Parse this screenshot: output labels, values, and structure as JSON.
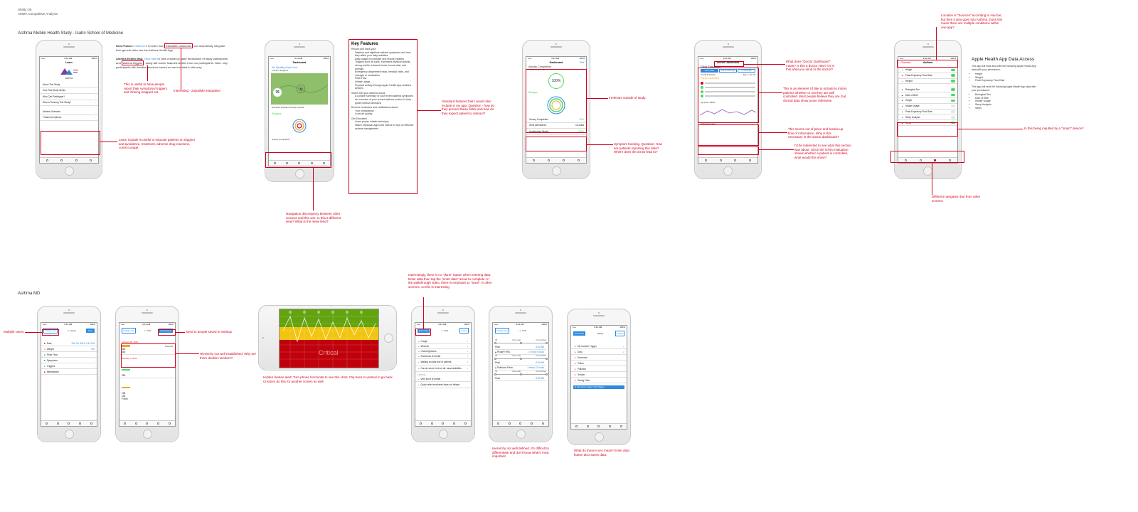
{
  "header": {
    "author": "Shelly Oh",
    "subtitle": "AMMA Competitive Analysis"
  },
  "sections": {
    "s1": "Asthma Mobile Health Study - Icahn School of Medicine",
    "s2": "Asthma MD"
  },
  "p1": {
    "title": "Learn",
    "sub": "Asthma",
    "items": [
      "About This Study",
      "How This Study Works",
      "Who Can Participate?",
      "Who is Running This Study?",
      "Asthma Overview",
      "Treatment Options"
    ]
  },
  "p1text": {
    "nf_lead": "New Feature: ",
    "nf_link": "Click here",
    "nf_a": " to learn how ",
    "nf_box": "23andMe customers",
    "nf_b": " can seamlessly integrate their genetic data into the Asthma Health App",
    "hm_lead": "Asthma Health Map: ",
    "hm_link": "Click here",
    "hm_a": " to view a state-by-state breakdown of study participants and ",
    "hm_box": "asthma triggers",
    "hm_b": ", along with some featured stories from our participants. Note: only participants with location services turned on are included in this map"
  },
  "p2": {
    "title": "Dashboard",
    "aq": "Air Quality Near You",
    "loc": "London, England",
    "aqi": "76",
    "pollutant": "Dominant Pollutant: Nitrogen dioxide",
    "badges": "Badges",
    "survey": "Survey Completion"
  },
  "kf": {
    "title": "Key Features",
    "r1": "Record and track your:",
    "l1": [
      "Daytime and nighttime asthma symptoms and how they affect your daily activities",
      "Daily usage of controller and rescue inhalers",
      "Triggers such as colds, increased physical activity, strong smells, exhaust fumes, house dust, and animals",
      "Emergency department visits, medical visits, and changes in medication",
      "Peak Flow",
      "Inhaler usage",
      "Physical activity through Apple Health App enabled devices"
    ],
    "r2": "Share with your Asthma doctor:",
    "l2": [
      "A concise summary of your recent asthma symptoms",
      "An overview of your current asthma control, to help guide medical decisions"
    ],
    "r3": "Receive reminders and notifications about:",
    "l3": [
      "Your medications",
      "Local air quality"
    ],
    "r4": "Get Educated:",
    "l4": [
      "Learn proper inhaler technique",
      "Watch physician-approved videos for tips on effective asthma management"
    ]
  },
  "p3": {
    "title": "Dashboard",
    "edit": "Edit",
    "act": "Activity Completion",
    "date": "Today, February 27",
    "pct": "100%",
    "badges": "Badges",
    "survey": "Survey Completion",
    "survey_v": "82%",
    "work": "Work Attendance",
    "work_v": "No Data",
    "undisturbed": "Undisturbed Nights",
    "undisturbed_v": "100%"
  },
  "p4": {
    "title": "Doctor Dashboard",
    "gina": "GINA Evaluation",
    "tabs": [
      "Last 4 weeks",
      "Last 12 weeks ago",
      "12 weeks ago"
    ],
    "overall": "Overall Evaluation",
    "range": "Sep 1 - Nov 29",
    "status": "Partly controlled",
    "symptom": "Symptom Tallies",
    "control": "Asthma Control"
  },
  "p5": {
    "back": "Sources",
    "title": "Asthma",
    "items": [
      "Height",
      "Peak Expiratory Flow Rate",
      "Weight",
      "Biological Sex",
      "Date of Birth",
      "Height",
      "Inhaler Usage",
      "Peak Expiratory Flow Rate",
      "Sleep Analysis",
      "Steps"
    ]
  },
  "ah": {
    "title": "Apple Health App Data Access",
    "p1": "This app will read and write the following Apple Health App data with your permission:",
    "l1": [
      "Height",
      "Weight",
      "Peak Expiratory Flow Rate"
    ],
    "p2": "This app will read the following Apple Health App data with your permission:",
    "l2": [
      "Biological Sex",
      "Date of Birth",
      "Inhaler Usage",
      "Sleep Analysis",
      "Steps"
    ]
  },
  "notes": {
    "n1": "This is useful to have people report their symptoms/ triggers and it being mapped out.",
    "n2": "Interesting - 23andMe integration",
    "n3": "Learn module is useful to educate patients on triggers and avoidance, treatment, adverse drug reactions, correct usage.",
    "n4": "Navigation discrepancy between other screens and this one. Is this a different view? What is the news feed?",
    "n5": "Standard features that I would also include in my app. Question - how do they present these fields and how do they expect patient to interact?",
    "n6": "Irrelevant outside of study.",
    "n7": "Symptom tracking. Question: How are patients reporting this data? Where does the arrow lead to?",
    "n8": "What does \"Doctor Dashboard\" mean? Is this a doctor view? Or is this what you send to the doctor?",
    "n9": "This is an element I'd like to include to inform patients whether or not they are well controlled. Most people believe they are, but clinical data show prove otherwise.",
    "n10": "This seems out of place and breaks up flow of information. Why is this necessary in the doctor dashboard?",
    "n11": "I'd be interested to see what this section was about. Since the GINA evaluation shows whether a patient is controlled, what would this show?",
    "n12": "Location is \"Sources\" according to nav bar, but then it also goes into Asthma. Does this mean there are multiple conditions within one app?",
    "n13": "Is this being inputted by a \"smart\" device?",
    "n14": "Different navigation bar from other screens",
    "n15": "Multiple Users",
    "n16": "Send to people saved in settings",
    "n17": "Hierarchy not well established. Why are there double numbers?",
    "n18": "Hidden feature alert! Turn phone horizontal to see this chart. Flip back to vertical to go back. Creators do this for another screen as well.",
    "n19": "Interestingly, there is no \"done\" button when entering data. Enter data then tap the \"enter data\" arrow to complete. In the walkthrough video, there is emphasis to \"Save\" in other screens, so this is interesting",
    "n20": "Hierarchy not well defined. It's difficult to differentiate and don't know what's most important",
    "n21": "What do those icons mean? Enter data button also saves data."
  },
  "m1": {
    "change": "Change user",
    "user": "James",
    "save": "Save",
    "items": [
      "Date",
      "Weight",
      "Peak Flow",
      "Symptoms",
      "Triggers",
      "Medications"
    ],
    "date_v": "Feb 18, 2014, 9:14 PM",
    "weight_v": "Set"
  },
  "m2": {
    "change": "Change user",
    "user": "Vicki",
    "send": "Send Report",
    "d1": "February 18, 2014",
    "v1": "365",
    "t1": "5:20 PM",
    "v1b": "365",
    "d2": "February 7, 2014",
    "v2": "386",
    "v3": "258",
    "v3b": "258",
    "trig": "Pollen"
  },
  "m3": {
    "critical": "Critical"
  },
  "m4": {
    "enter": "Enter data",
    "user": "Vicki",
    "cancel": "Cancel",
    "items": [
      "Cough",
      "Wheeze",
      "Chest tightness",
      "Shortness of breath",
      "Waking at night due to asthma",
      "Can do some, but not all, usual activities"
    ],
    "critical_hdr": "CRITICAL",
    "crit_items": [
      "Very short of breath",
      "Quick relief medicines have not helped"
    ]
  },
  "m5": {
    "change": "Change user",
    "user": "Vicki",
    "off": "Off",
    "once": "Once a day",
    "asp": "As prescribed",
    "final": "Final",
    "final_v": "8:30 AM",
    "f1": "Proair® HFA",
    "f1v": "1 every 4 hours",
    "f2": "Pulmicort Flexh...",
    "f2v": "1 every 12 hours"
  },
  "m6": {
    "enter": "Enter data",
    "user": "Bobby",
    "cancel": "Cancel",
    "items": [
      "My Custom Trigger",
      "Dust",
      "Excercise",
      "Pollen",
      "Pollution",
      "Smoke",
      "Strong Odor"
    ],
    "add": "Add custom trigger to My Triggers"
  },
  "colors": {
    "accent": "#d0021b",
    "ios_blue": "#2a8be0",
    "green": "#4cd964"
  }
}
